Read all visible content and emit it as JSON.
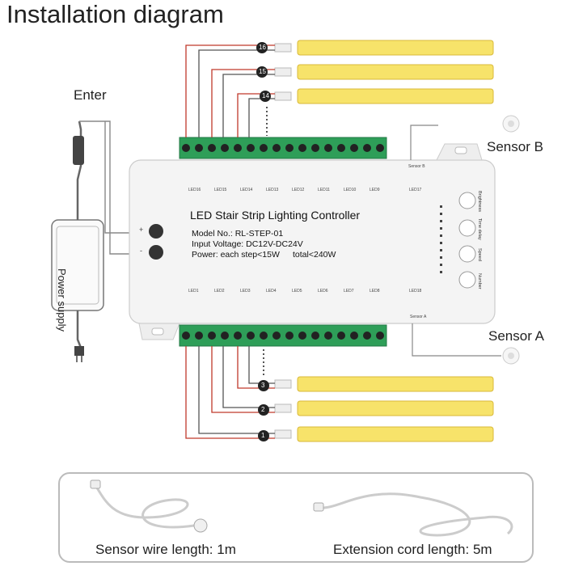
{
  "title": "Installation diagram",
  "enter_label": "Enter",
  "power_supply_label": "Power supply",
  "sensor_b_label": "Sensor B",
  "sensor_a_label": "Sensor A",
  "controller": {
    "name": "LED Stair Strip Lighting Controller",
    "model": "Model No.: RL-STEP-01",
    "voltage": "Input Voltage: DC12V-DC24V",
    "power": "Power: each step<15W",
    "total": "total<240W",
    "plus": "+",
    "minus": "-",
    "port_sensor_b": "Sensor B",
    "port_sensor_a": "Sensor A",
    "led17": "LED17",
    "led18": "LED18",
    "top_leds": [
      "LED16",
      "LED15",
      "LED14",
      "LED13",
      "LED12",
      "LED11",
      "LED10",
      "LED9"
    ],
    "bottom_leds": [
      "LED1",
      "LED2",
      "LED3",
      "LED4",
      "LED5",
      "LED6",
      "LED7",
      "LED8"
    ],
    "buttons": [
      "Brightness",
      "Time delay",
      "Speed",
      "Number"
    ]
  },
  "strip_numbers": {
    "s16": "16",
    "s15": "15",
    "s14": "14",
    "s3": "3",
    "s2": "2",
    "s1": "1"
  },
  "terminal_polarity": "+  -",
  "accessories": {
    "sensor_wire": "Sensor wire length: 1m",
    "extension_cord": "Extension cord length: 5m"
  },
  "colors": {
    "terminal": "#2e9e58",
    "strip": "#f7e36a",
    "wire_red": "#c0392b",
    "wire_gray": "#555555",
    "body": "#f4f4f4"
  }
}
